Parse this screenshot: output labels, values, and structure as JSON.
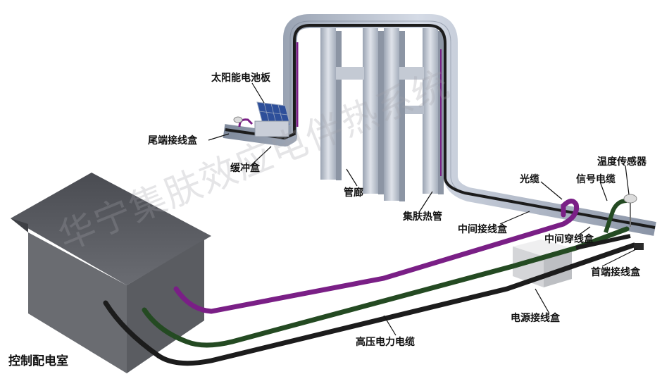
{
  "labels": {
    "solar_panel": "太阳能电池板",
    "tail_junction_box": "尾端接线盒",
    "buffer_box": "缓冲盒",
    "gallery": "管廊",
    "heat_tracing_pipe": "集肤热管",
    "optical_cable": "光缆",
    "signal_cable": "信号电缆",
    "temperature_sensor": "温度传感器",
    "middle_junction_box": "中间接线盒",
    "middle_pass_box": "中间穿线盒",
    "head_junction_box": "首端接线盒",
    "power_junction_box": "电源接线盒",
    "high_voltage_cable": "高压电力电缆",
    "control_room": "控制配电室"
  },
  "watermark": "华宁集肤效应电伴热系统",
  "colors": {
    "pipe": "#a9b4c6",
    "cable_black": "#1c1c1c",
    "cable_purple": "#7a1f86",
    "cable_green": "#244a22",
    "house": "#55575c",
    "box": "#d9dadc"
  }
}
